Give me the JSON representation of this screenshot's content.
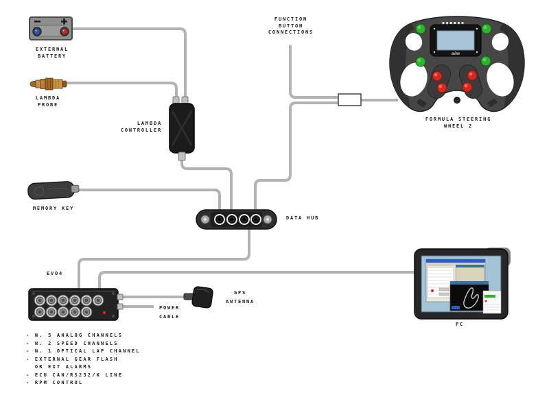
{
  "labels": {
    "external_battery": "EXTERNAL\nBATTERY",
    "lambda_probe": "LAMBDA\nPROBE",
    "lambda_controller": "LAMBDA\nCONTROLLER",
    "function_button_connections": "FUNCTION\nBUTTON\nCONNECTIONS",
    "formula_steering_wheel": "FORMULA STEERING WHEEL 2",
    "memory_key": "MEMORY KEY",
    "data_hub": "DATA HUB",
    "evo4": "EVO4",
    "gps_antenna": "GPS\nANTENNA",
    "power_cable": "POWER\nCABLE",
    "pc": "PC"
  },
  "steering_wheel": {
    "logo": "aim"
  },
  "features": {
    "lines": [
      "- N. 5 ANALOG CHANNELS",
      "- N. 2 SPEED CHANNELS",
      "- N. 1 OPTICAL LAP CHANNEL",
      "- EXTERNAL GEAR FLASH",
      "  OR EXT ALARMS",
      "- ECU CAN/RS232/K LINE",
      "- RPM CONTROL"
    ]
  },
  "colors": {
    "cable": "#b3b3b3",
    "label_text": "#1a1a1a",
    "green_button": "#2db32d",
    "red_button": "#d42a1e",
    "wheel_screen": "#a9c3d6",
    "pc_desktop": "#a2c4d6",
    "battery_positive_terminal": "#d42020",
    "battery_negative_terminal": "#2455d4",
    "lambda_probe_bronze": "#b5803a",
    "led_red": "#e23018"
  }
}
